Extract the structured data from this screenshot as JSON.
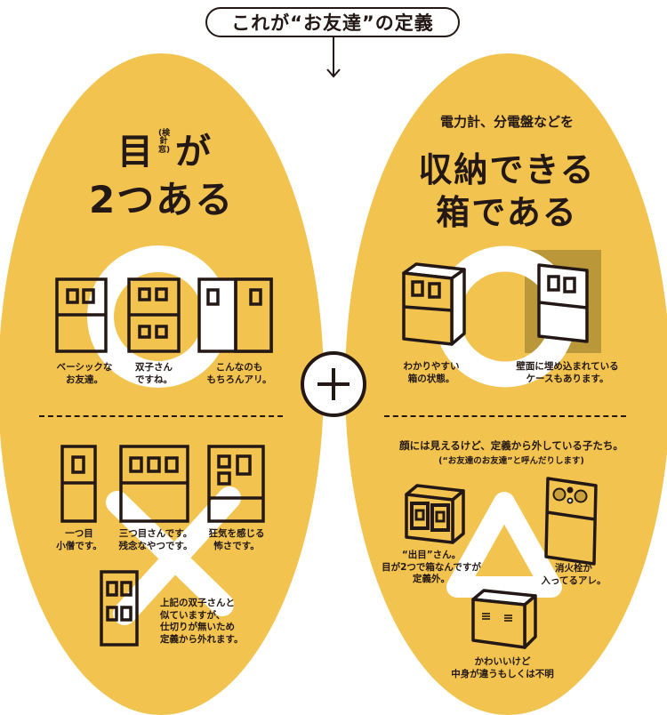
{
  "header": {
    "title": "これが“お友達”の定義",
    "arrow_icon": "arrow-down-icon"
  },
  "colors": {
    "accent": "#F2C34E",
    "ink": "#231815",
    "white": "#FFFFFF",
    "wall_shade": "#B89A45"
  },
  "left_panel": {
    "heading_main_1": "目",
    "heading_ruby": "(検針窓)",
    "heading_main_2": "が",
    "heading_line2": "2つある",
    "ok_symbol": "circle-icon",
    "ok_items": [
      {
        "caption": "ベーシックな\nお友達。"
      },
      {
        "caption": "双子さん\nですね。"
      },
      {
        "caption": "こんなのも\nもちろんアリ。"
      }
    ],
    "ng_symbol": "cross-icon",
    "ng_items": [
      {
        "caption": "一つ目\n小僧です。"
      },
      {
        "caption": "三つ目さんです。\n残念なやつです。"
      },
      {
        "caption": "狂気を感じる\n怖さです。"
      },
      {
        "caption": "上記の双子さんと\n似ていますが、\n仕切りが無いため\n定義から外れます。"
      }
    ]
  },
  "plus_symbol": "plus-icon",
  "right_panel": {
    "subheading": "電力計、分電盤などを",
    "heading_line1": "収納できる",
    "heading_line2": "箱である",
    "ok_symbol": "circle-icon",
    "ok_items": [
      {
        "caption": "わかりやすい\n箱の状態。"
      },
      {
        "caption": "壁面に埋め込まれている\nケースもあります。"
      }
    ],
    "partial_intro": "顔には見えるけど、定義から外している子たち。",
    "partial_note": "(“お友達のお友達”と呼んだりします)",
    "partial_symbol": "triangle-icon",
    "partial_items": [
      {
        "caption": "“出目”さん。\n目が2つで箱なんですが\n定義外。"
      },
      {
        "caption": "消火栓が\n入ってるアレ。"
      },
      {
        "caption": "かわいいけど\n中身が違うもしくは不明"
      }
    ]
  }
}
